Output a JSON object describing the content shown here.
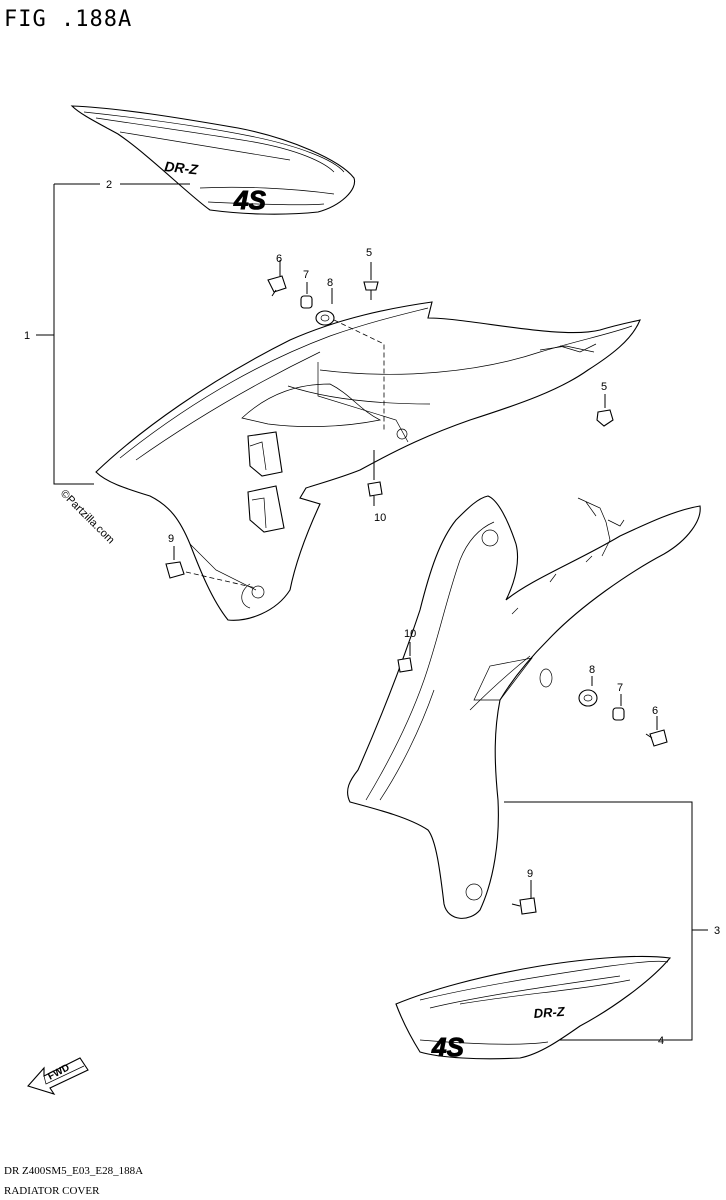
{
  "figure": {
    "title": "FIG .188A"
  },
  "watermark": "©Partzilla.com",
  "decals": {
    "upper_text": "DR-Z",
    "lower_text": "4S"
  },
  "fwd_label": "FWD",
  "callouts": {
    "c1": "1",
    "c2": "2",
    "c3": "3",
    "c4": "4",
    "c5a": "5",
    "c5b": "5",
    "c6a": "6",
    "c6b": "6",
    "c7a": "7",
    "c7b": "7",
    "c8a": "8",
    "c8b": "8",
    "c9a": "9",
    "c9b": "9",
    "c10a": "10",
    "c10b": "10"
  },
  "footer": {
    "model_code": "DR Z400SM5_E03_E28_188A",
    "caption": "RADIATOR COVER"
  }
}
